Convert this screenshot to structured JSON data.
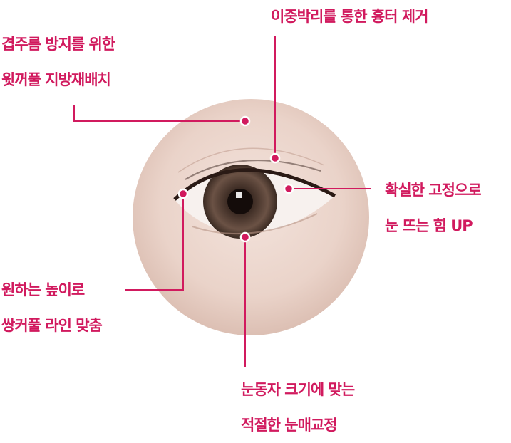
{
  "accent_color": "#d11a5e",
  "labels": {
    "top_left": [
      "겹주름 방지를 위한",
      "윗꺼풀 지방재배치"
    ],
    "top_center": [
      "이중박리를 통한 흉터 제거"
    ],
    "right": [
      "확실한 고정으로",
      "눈 뜨는 힘 UP"
    ],
    "left": [
      "원하는 높이로",
      "쌍커풀 라인 맞춤"
    ],
    "bottom": [
      "눈동자 크기에 맞는",
      "적절한 눈매교정"
    ]
  }
}
